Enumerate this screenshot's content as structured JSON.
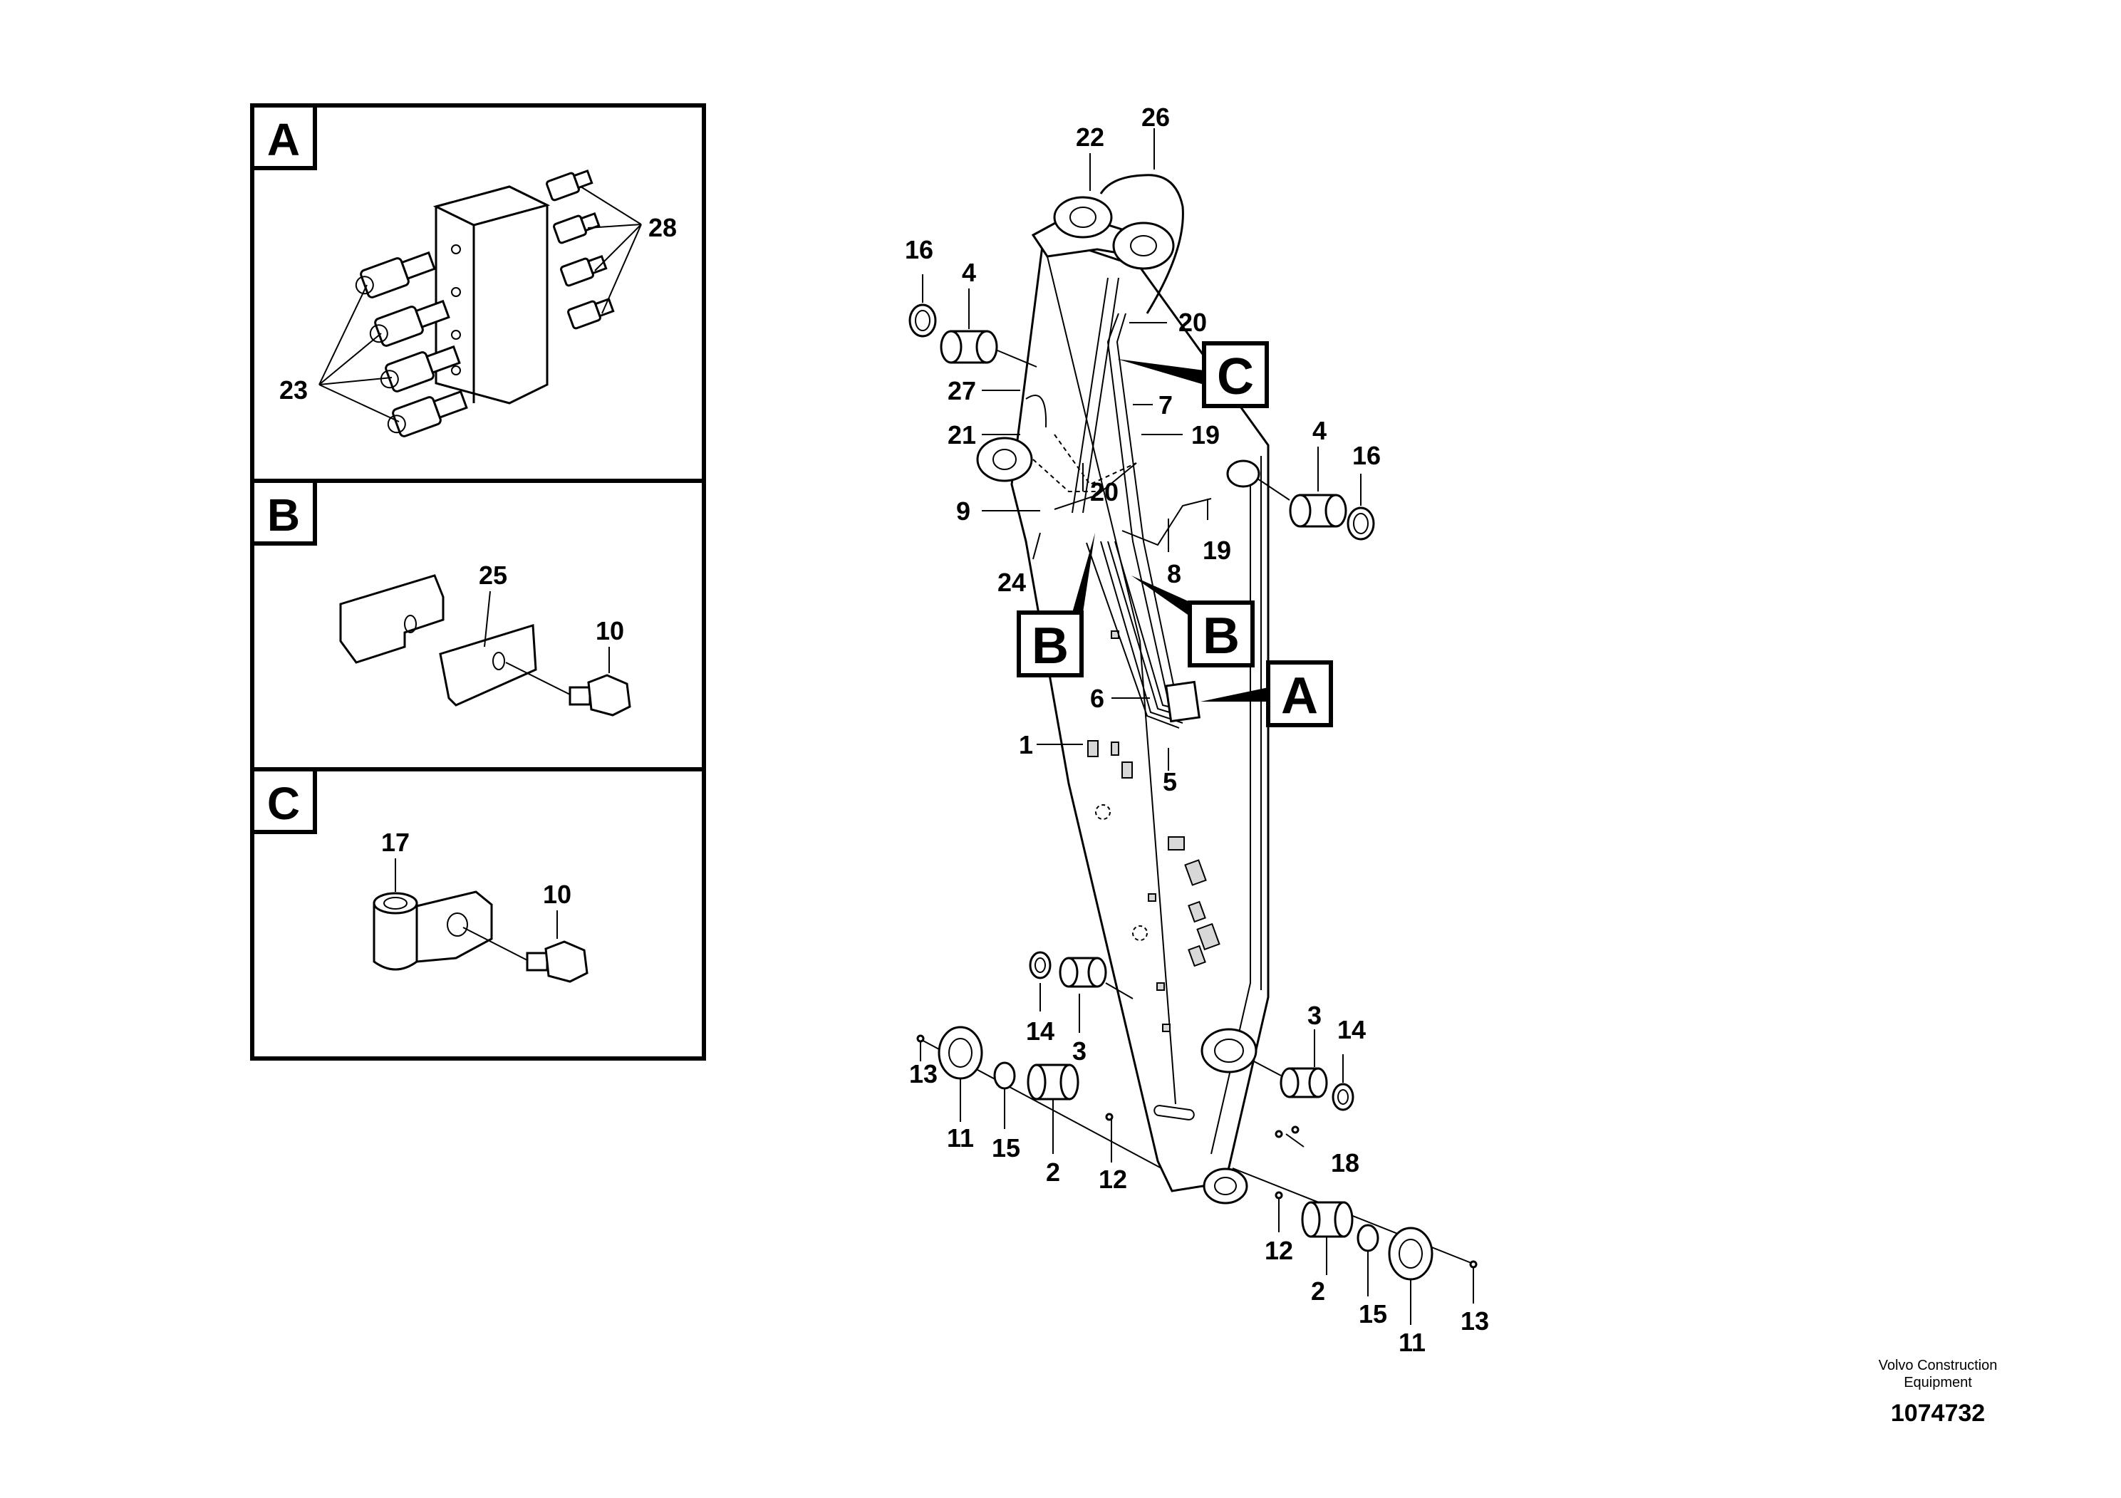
{
  "detail_panels": [
    {
      "letter": "A",
      "part_labels": [
        "28",
        "23"
      ]
    },
    {
      "letter": "B",
      "part_labels": [
        "25",
        "10"
      ]
    },
    {
      "letter": "C",
      "part_labels": [
        "17",
        "10"
      ]
    }
  ],
  "main_view": {
    "callouts": [
      "C",
      "B",
      "B",
      "A"
    ],
    "part_labels": [
      "22",
      "26",
      "16",
      "4",
      "20",
      "27",
      "7",
      "21",
      "19",
      "4",
      "16",
      "20",
      "9",
      "8",
      "19",
      "24",
      "6",
      "1",
      "5",
      "14",
      "3",
      "3",
      "14",
      "13",
      "11",
      "15",
      "2",
      "12",
      "18",
      "12",
      "2",
      "15",
      "11",
      "13"
    ]
  },
  "footer": {
    "company_line1": "Volvo Construction",
    "company_line2": "Equipment",
    "drawing_number": "1074732"
  }
}
